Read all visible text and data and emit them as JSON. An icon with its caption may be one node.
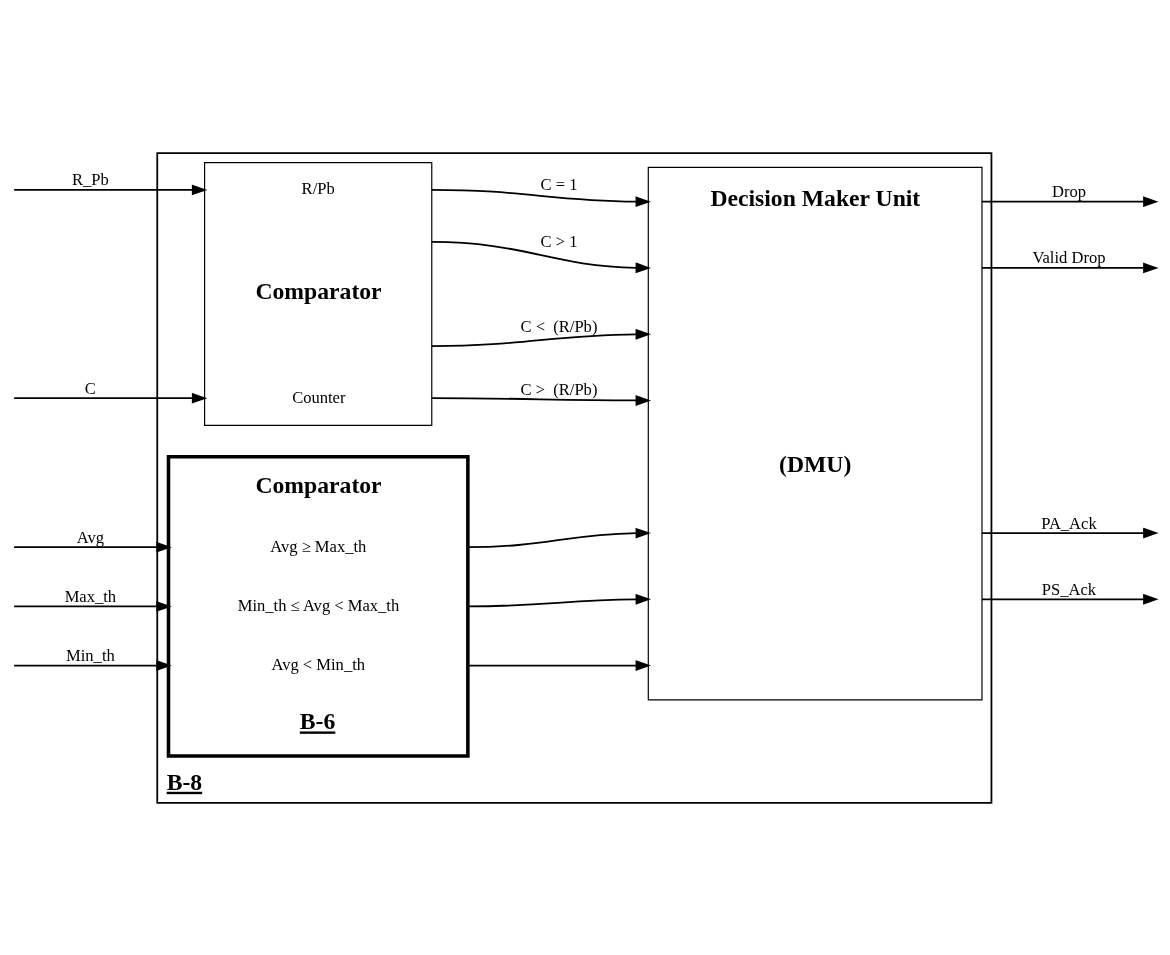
{
  "diagram": {
    "nodes": [
      {
        "text": [
          "B-8"
        ]
      },
      {
        "text": [
          "R/Pb",
          "Comparator",
          "Counter"
        ],
        "in": 0
      },
      {
        "text": [
          "Comparator",
          "Avg ≥ Max_th",
          "Min_th ≤ Avg < Max_th",
          "Avg < Min_th",
          "B-6"
        ],
        "in": 0
      },
      {
        "text": [
          "Decision Maker Unit",
          "(DMU)"
        ],
        "in": 0
      }
    ],
    "edges": [
      {
        "from": null,
        "to": 1,
        "arrow": "to",
        "label": "R_Pb"
      },
      {
        "from": null,
        "to": 1,
        "arrow": "to",
        "label": "C"
      },
      {
        "from": 1,
        "to": 3,
        "arrow": "to",
        "label": "C = 1"
      },
      {
        "from": 1,
        "to": 3,
        "arrow": "to",
        "label": "C > 1"
      },
      {
        "from": 1,
        "to": 3,
        "arrow": "to",
        "label": "C <  (R/Pb)"
      },
      {
        "from": 1,
        "to": 3,
        "arrow": "to",
        "label": "C >  (R/Pb)"
      },
      {
        "from": null,
        "to": 2,
        "arrow": "to",
        "label": "Avg"
      },
      {
        "from": null,
        "to": 2,
        "arrow": "to",
        "label": "Max_th"
      },
      {
        "from": null,
        "to": 2,
        "arrow": "to",
        "label": "Min_th"
      },
      {
        "from": 2,
        "to": 3,
        "arrow": "to"
      },
      {
        "from": 2,
        "to": 3,
        "arrow": "to"
      },
      {
        "from": 2,
        "to": 3,
        "arrow": "to"
      },
      {
        "from": 3,
        "to": null,
        "arrow": "to",
        "label": "Drop"
      },
      {
        "from": 3,
        "to": null,
        "arrow": "to",
        "label": "Valid Drop"
      },
      {
        "from": 3,
        "to": null,
        "arrow": "to",
        "label": "PA_Ack"
      },
      {
        "from": 3,
        "to": null,
        "arrow": "to",
        "label": "PS_Ack"
      }
    ]
  }
}
